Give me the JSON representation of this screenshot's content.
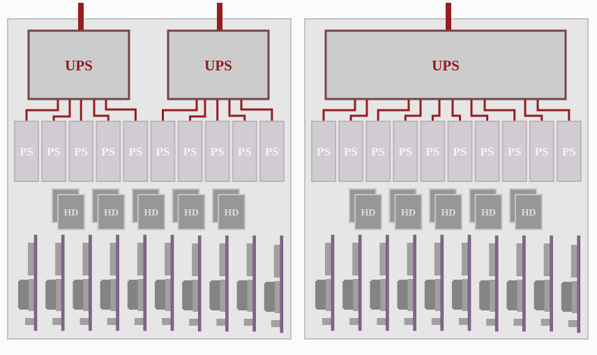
{
  "diagram": {
    "title": "",
    "colors": {
      "background": "#fbfbfb",
      "panel_fill": "#e6e6e6",
      "panel_border": "#c2c2c2",
      "ups_fill": "#cccccc",
      "ups_border": "#744647",
      "ups_text": "#8e1c1f",
      "power_line": "#961c20",
      "ps_fill": "#d1cbd2",
      "ps_border": "#beb3bd",
      "ps_text": "#f4f2f4",
      "hd_fill": "#979797",
      "hd_border": "#c4c4c4",
      "hd_text": "#dcdcdc",
      "server_dark": "#848484",
      "server_light": "#a0a0a0",
      "server_rail": "#80658a"
    },
    "panels": [
      {
        "name": "left-rack",
        "ups_units": [
          {
            "label": "UPS",
            "feeds_ps": [
              0,
              1,
              2,
              3,
              4
            ]
          },
          {
            "label": "UPS",
            "feeds_ps": [
              5,
              6,
              7,
              8,
              9
            ]
          }
        ],
        "power_supplies": [
          "PS",
          "PS",
          "PS",
          "PS",
          "PS",
          "PS",
          "PS",
          "PS",
          "PS",
          "PS"
        ],
        "hard_drives": [
          "HD",
          "HD",
          "HD",
          "HD",
          "HD"
        ],
        "servers_count": 10
      },
      {
        "name": "right-rack",
        "ups_units": [
          {
            "label": "UPS",
            "feeds_ps": [
              0,
              1,
              2,
              3,
              4,
              5,
              6,
              7,
              8,
              9
            ]
          }
        ],
        "power_supplies": [
          "PS",
          "PS",
          "PS",
          "PS",
          "PS",
          "PS",
          "PS",
          "PS",
          "PS",
          "PS"
        ],
        "hard_drives": [
          "HD",
          "HD",
          "HD",
          "HD",
          "HD"
        ],
        "servers_count": 10
      }
    ]
  }
}
